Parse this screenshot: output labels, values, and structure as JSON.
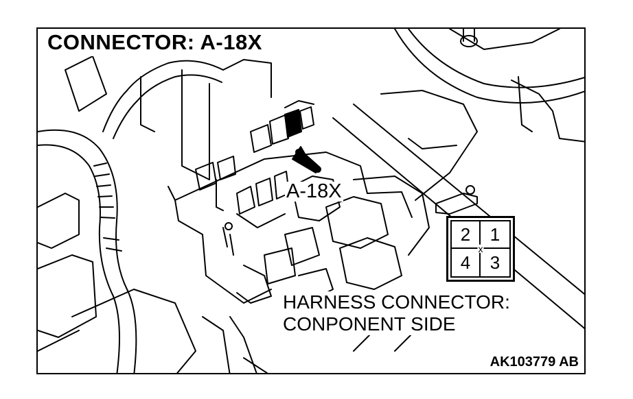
{
  "title": "CONNECTOR: A-18X",
  "callout_label": "A-18X",
  "caption": {
    "line1": "HARNESS CONNECTOR:",
    "line2": "CONPONENT SIDE"
  },
  "figure_code": "AK103779 AB",
  "connector_pins": {
    "top_left": "2",
    "top_right": "1",
    "bottom_left": "4",
    "bottom_right": "3",
    "center_mark": "x"
  }
}
